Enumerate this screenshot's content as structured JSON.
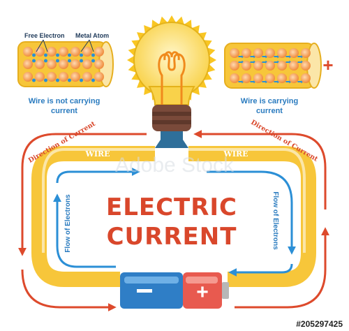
{
  "labels": {
    "free_electron": "Free Electron",
    "metal_atom": "Metal Atom",
    "not_carrying_line1": "Wire is not carrying",
    "not_carrying_line2": "current",
    "carrying_line1": "Wire is carrying",
    "carrying_line2": "current",
    "direction_left": "Direction of Current",
    "direction_right": "Direction of Current",
    "wire_left": "WIRE",
    "wire_right": "WIRE",
    "flow_left": "Flow of Electrons",
    "flow_right": "Flow of Electrons",
    "title_line1": "ELECTRIC",
    "title_line2": "CURRENT",
    "plus_sign": "+",
    "watermark": "Adobe Stock",
    "stock_id": "#205297425"
  },
  "colors": {
    "wire_yellow": "#f7c63a",
    "wire_light": "#fbe6a8",
    "current_red": "#dd4a2c",
    "electron_blue": "#2b8fd6",
    "atom_orange": "#f39e4f",
    "battery_blue": "#2f7ec6",
    "battery_red": "#e85a4f",
    "socket_brown": "#7a4a3a",
    "connector_blue": "#2f6f9a",
    "bulb_yellow": "#fbd74c",
    "filament_orange": "#f08a1c"
  }
}
